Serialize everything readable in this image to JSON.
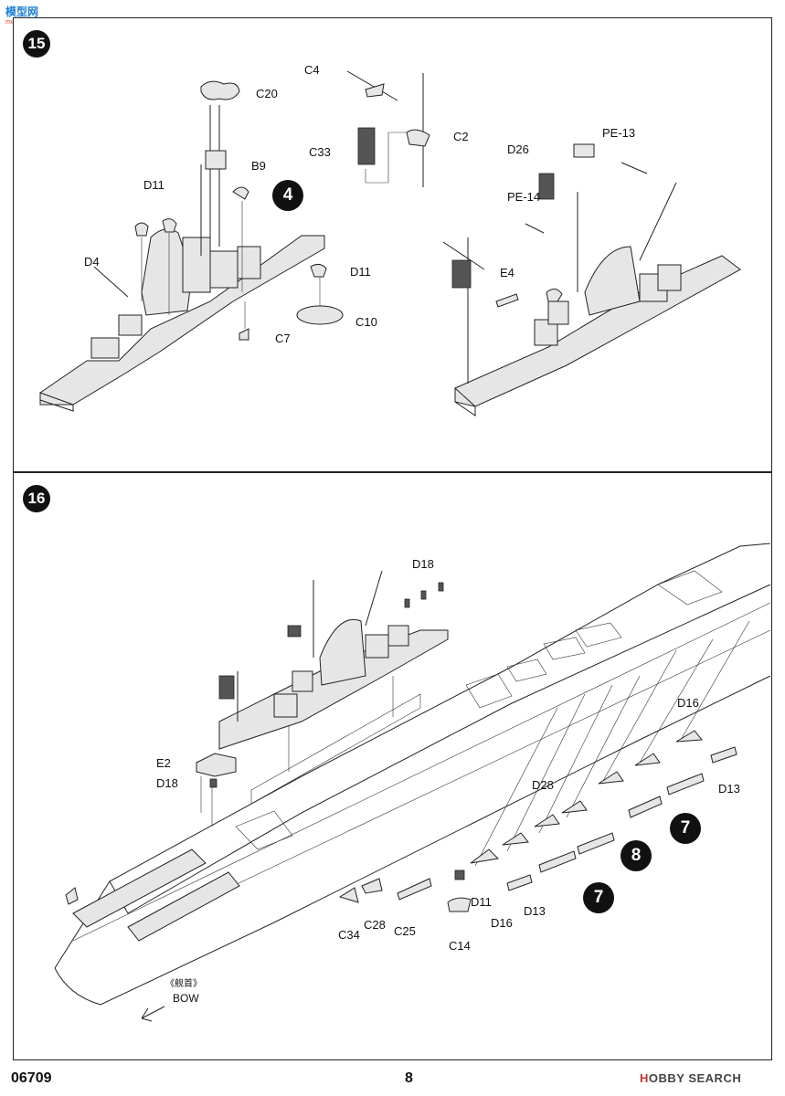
{
  "watermark": {
    "text": "模型网",
    "sub": "moxing.com"
  },
  "step15": {
    "number": "15",
    "labels": {
      "c4": "C4",
      "c20": "C20",
      "c2": "C2",
      "c33": "C33",
      "b9": "B9",
      "d11a": "D11",
      "d4": "D4",
      "d11b": "D11",
      "c10": "C10",
      "c7": "C7",
      "d26": "D26",
      "pe13": "PE-13",
      "pe14": "PE-14",
      "e4": "E4"
    },
    "ref": "4"
  },
  "step16": {
    "number": "16",
    "labels": {
      "d18a": "D18",
      "e2": "E2",
      "d18b": "D18",
      "d16a": "D16",
      "d13a": "D13",
      "d28": "D28",
      "d11": "D11",
      "d13b": "D13",
      "d16b": "D16",
      "c34": "C34",
      "c28": "C28",
      "c25": "C25",
      "c14": "C14",
      "bow_cn": "《舰首》",
      "bow": "BOW"
    },
    "refs": {
      "r7a": "7",
      "r8": "8",
      "r7b": "7"
    }
  },
  "footer": {
    "code": "06709",
    "page": "8",
    "brand_h": "H",
    "brand_rest": "OBBY SEARCH"
  }
}
